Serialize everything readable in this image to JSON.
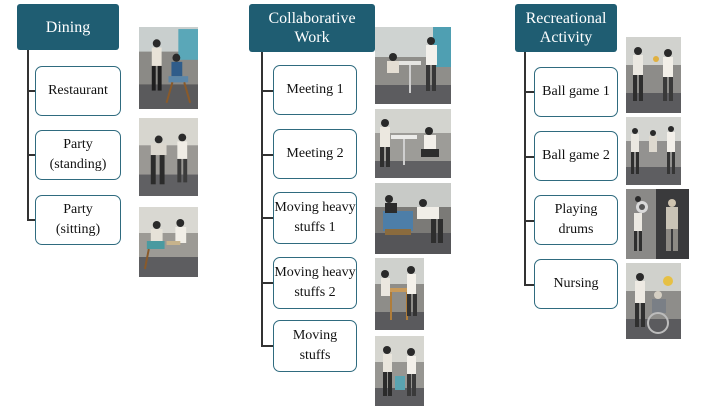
{
  "categories": [
    {
      "key": "dining",
      "title": "Dining",
      "items": [
        {
          "label": "Restaurant",
          "photo": "photo-person-chair"
        },
        {
          "label": "Party\n(standing)",
          "photo": "photo-standing-pair"
        },
        {
          "label": "Party\n(sitting)",
          "photo": "photo-seated-pair"
        }
      ]
    },
    {
      "key": "collaborative",
      "title": "Collaborative\nWork",
      "items": [
        {
          "label": "Meeting 1",
          "photo": "photo-table-pair"
        },
        {
          "label": "Meeting 2",
          "photo": "photo-kneeling-pair"
        },
        {
          "label": "Moving heavy\nstuffs 1",
          "photo": "photo-lifting-pair"
        },
        {
          "label": "Moving heavy\nstuffs 2",
          "photo": "photo-carrying-pair"
        },
        {
          "label": "Moving\nstuffs",
          "photo": "photo-standing-pair"
        }
      ]
    },
    {
      "key": "recreational",
      "title": "Recreational\nActivity",
      "items": [
        {
          "label": "Ball game 1",
          "photo": "photo-ball-pair"
        },
        {
          "label": "Ball game 2",
          "photo": "photo-ball-group"
        },
        {
          "label": "Playing\ndrums",
          "photo": "photo-drums-pair"
        },
        {
          "label": "Nursing",
          "photo": "photo-wheelchair-pair"
        }
      ]
    }
  ],
  "colors": {
    "header_bg": "#1f5d72",
    "box_border": "#2f6b7f",
    "connector": "#333333"
  }
}
